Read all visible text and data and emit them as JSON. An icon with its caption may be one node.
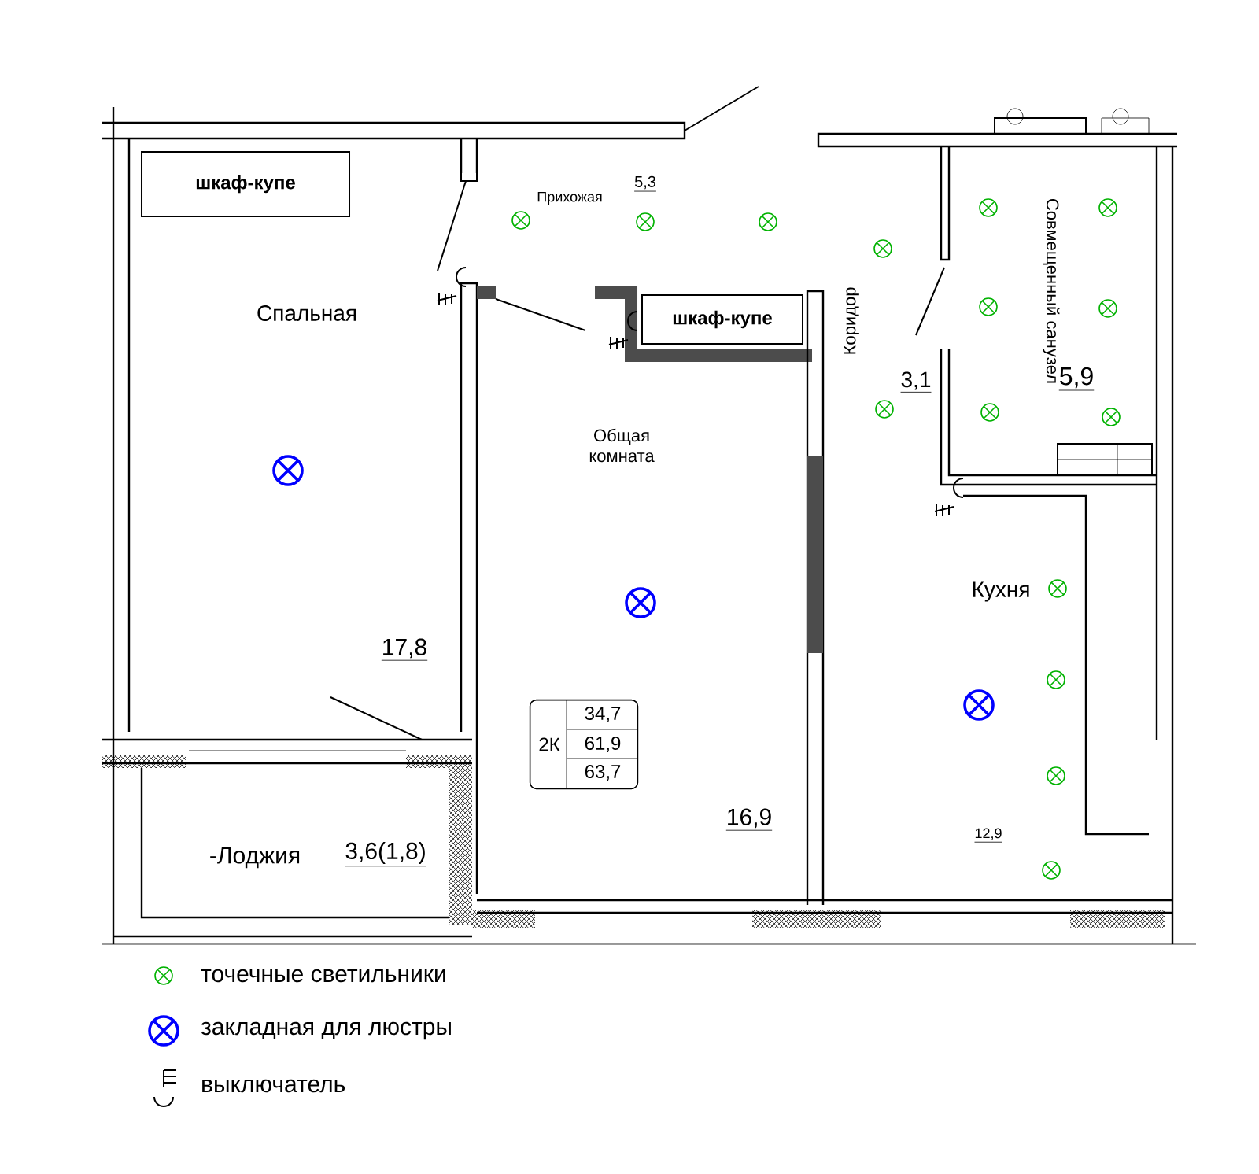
{
  "diagram": {
    "nodes": [
      {
        "text": [
          "шкаф-купе"
        ]
      },
      {
        "text": [
          "шкаф-купе"
        ]
      },
      {
        "text": [
          "2К",
          "34,7",
          "61,9",
          "63,7"
        ]
      }
    ],
    "labels": [
      "Прихожая",
      "5,3",
      "Спальная",
      "Общая комната",
      "Коридор",
      "3,1",
      "Совмещенный санузел",
      "5,9",
      "Кухня",
      "17,8",
      "16,9",
      "12,9",
      "-Лоджия",
      "3,6(1,8)"
    ],
    "legend": [
      {
        "text": "точечные светильники"
      },
      {
        "text": "закладная для люстры"
      },
      {
        "text": "выключатель"
      }
    ]
  }
}
